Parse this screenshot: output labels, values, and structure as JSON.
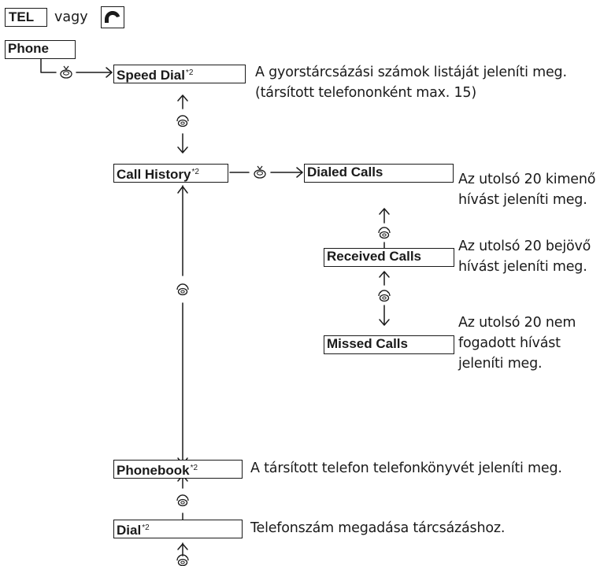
{
  "header": {
    "tel_label": "TEL",
    "or_text": "vagy",
    "phone_icon": "phone-handset-icon"
  },
  "nodes": {
    "phone": "Phone",
    "speed_dial": "Speed Dial",
    "call_history": "Call History",
    "dialed_calls": "Dialed Calls",
    "received_calls": "Received Calls",
    "missed_calls": "Missed Calls",
    "phonebook": "Phonebook",
    "dial": "Dial"
  },
  "footnote_mark": "*2",
  "descriptions": {
    "speed_dial": [
      "A gyorstárcsázási számok listáját jeleníti meg.",
      "(társított telefononként max. 15)"
    ],
    "dialed_calls": [
      "Az utolsó 20 kimenő",
      "hívást jeleníti meg."
    ],
    "received_calls": [
      "Az utolsó 20 bejövő",
      "hívást jeleníti meg."
    ],
    "missed_calls": [
      "Az utolsó 20 nem",
      "fogadott hívást",
      "jeleníti meg."
    ],
    "phonebook": [
      "A társított telefon telefonkönyvét jeleníti meg."
    ],
    "dial": [
      "Telefonszám megadása tárcsázáshoz."
    ]
  },
  "icons": {
    "select": "interface-dial-press-icon",
    "rotate": "interface-dial-rotate-icon"
  }
}
